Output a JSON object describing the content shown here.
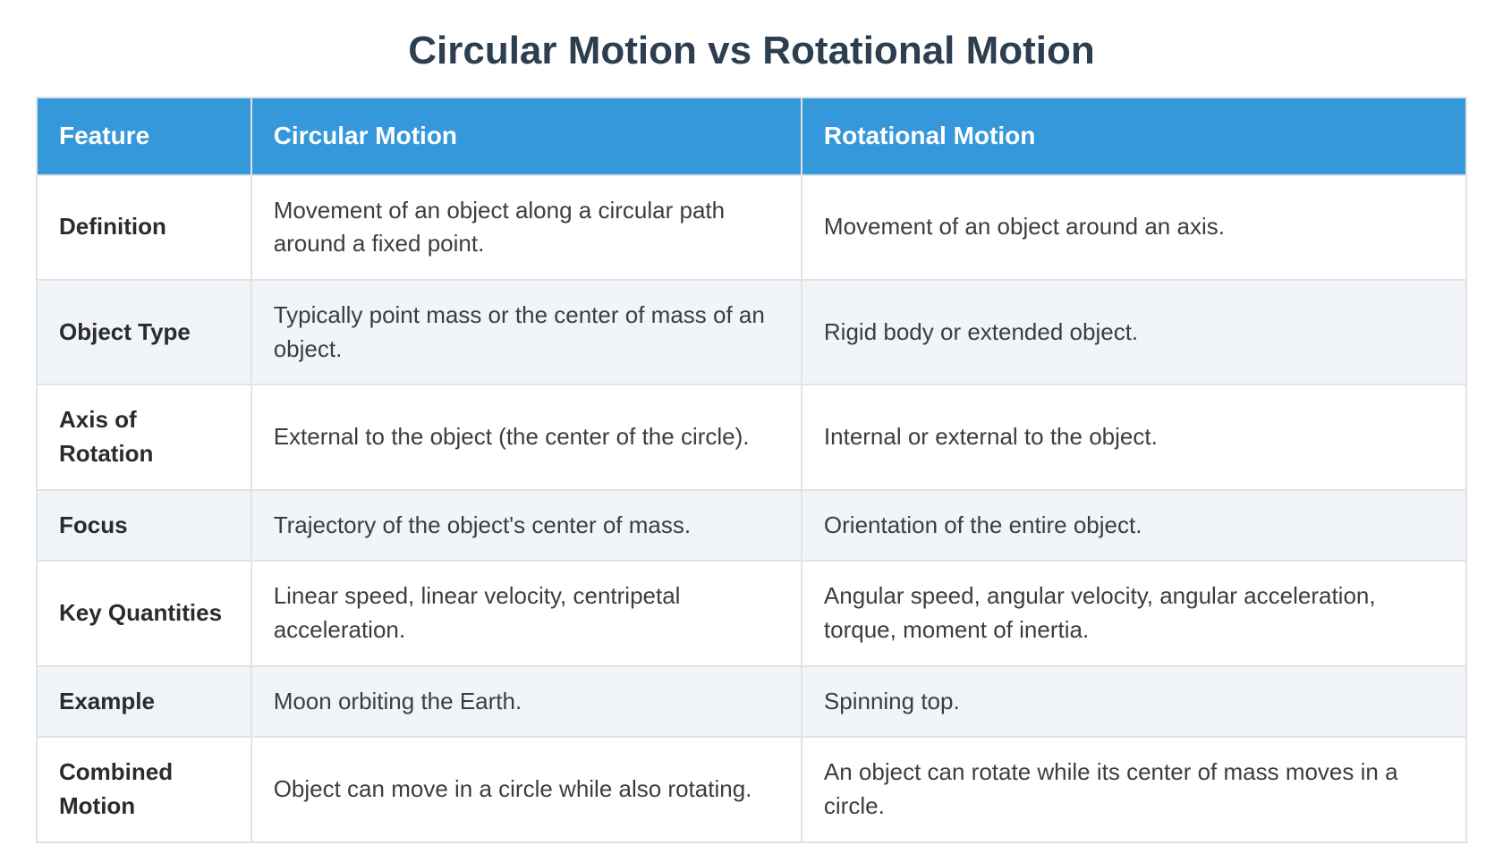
{
  "page": {
    "title": "Circular Motion vs Rotational Motion"
  },
  "table": {
    "columns": [
      "Feature",
      "Circular Motion",
      "Rotational Motion"
    ],
    "rows": [
      {
        "feature": "Definition",
        "circular": "Movement of an object along a circular path around a fixed point.",
        "rotational": "Movement of an object around an axis."
      },
      {
        "feature": "Object Type",
        "circular": "Typically point mass or the center of mass of an object.",
        "rotational": "Rigid body or extended object."
      },
      {
        "feature": "Axis of Rotation",
        "circular": "External to the object (the center of the circle).",
        "rotational": "Internal or external to the object."
      },
      {
        "feature": "Focus",
        "circular": "Trajectory of the object's center of mass.",
        "rotational": "Orientation of the entire object."
      },
      {
        "feature": "Key Quantities",
        "circular": "Linear speed, linear velocity, centripetal acceleration.",
        "rotational": "Angular speed, angular velocity, angular acceleration, torque, moment of inertia."
      },
      {
        "feature": "Example",
        "circular": "Moon orbiting the Earth.",
        "rotational": "Spinning top."
      },
      {
        "feature": "Combined Motion",
        "circular": "Object can move in a circle while also rotating.",
        "rotational": "An object can rotate while its center of mass moves in a circle."
      }
    ]
  },
  "colors": {
    "header_bg": "#3498db",
    "header_text": "#ffffff",
    "alt_row_bg": "#f1f4f9",
    "border": "#e3e3e3",
    "title": "#2c3e50",
    "body_text": "#3d3d3d",
    "label_text": "#2b2b2b"
  }
}
